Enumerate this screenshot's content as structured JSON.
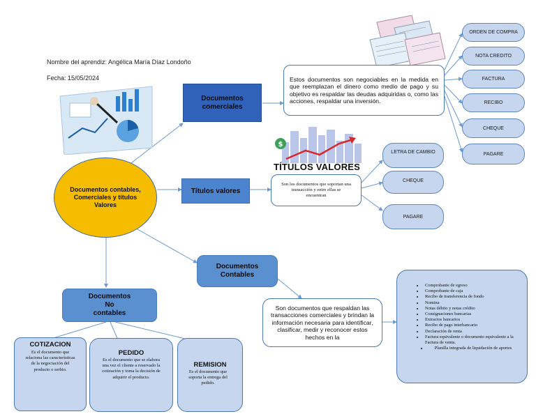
{
  "header": {
    "student": "Nombre del aprendiz: Angélica María Díaz Londoño",
    "date": "Fecha: 15/05/2024"
  },
  "center": {
    "label": "Documentos contables, Comerciales y títulos Valores"
  },
  "comerciales": {
    "label": "Documentos comerciales",
    "description": "Estos documentos son negociables en la medida en que reemplazan el dinero como medio de pago y su objetivo es respaldar las deudas adquiridas o, como las acciones, respaldar una inversión.",
    "items": [
      "ORDEN DE COMPRA",
      "NOTA CREDITO",
      "FACTURA",
      "RECIBO",
      "CHEQUE",
      "PAGARE"
    ]
  },
  "titulos": {
    "label": "Títulos valores",
    "image_caption": "TÍTULOS VALORES",
    "description": "Son los documentos que soportan una transacción y entre ellas se encuentran",
    "items": [
      "LETRA DE CAMBIO",
      "CHEQUE",
      "PAGARE"
    ]
  },
  "contables": {
    "label": "Documentos Contables",
    "description": "Son documentos que respaldan las transacciones comerciales y brindan la información necesaria para identificar, clasificar, medir y reconocer estos hechos en la",
    "items": [
      "Comprobante de egreso",
      "Comprobante de caja",
      "Recibo de transferencia de fondo",
      "Nomina",
      "Notas débito y notas crédito",
      "Consignaciones bancarias",
      "Extractos bancarios",
      "Recibo de pago interbancario",
      "Declaración de renta",
      "Factura equivalente o documento equivalente a la Factura de venta."
    ],
    "last_item": "Planilla integrada de liquidación de aportes"
  },
  "no_contables": {
    "label": "Documentos No contables",
    "cotizacion": {
      "title": "COTIZACION",
      "text": "Es el documento que relaciona las características de la negociación del producto o serbio."
    },
    "pedido": {
      "title": "PEDIDO",
      "text": "Es el documento que se elabora una vez el cliente a reservado la cotización y toma la decisión de adquirir el producto."
    },
    "remision": {
      "title": "REMISION",
      "text": "Es el documento que soporta la entrega del pedido."
    }
  },
  "colors": {
    "center_fill": "#f5bc00",
    "dark_blue": "#2f62b8",
    "mid_blue": "#5a8fd0",
    "light_blue": "#c5d6ee",
    "connector": "#6b9bd6"
  }
}
